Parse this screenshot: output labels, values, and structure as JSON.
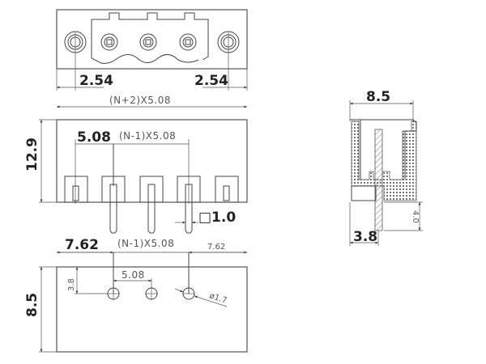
{
  "top_view": {
    "dim_left": "2.54",
    "dim_right": "2.54"
  },
  "front_view": {
    "overall_width": "(N+2)X5.08",
    "height": "12.9",
    "pitch": "5.08",
    "pitch_span": "(N-1)X5.08",
    "pin_size": "□1.0"
  },
  "bottom_view": {
    "left_offset": "7.62",
    "pitch_span": "(N-1)X5.08",
    "right_offset": "7.62",
    "depth": "8.5",
    "hole_offset": "3.8",
    "hole_pitch": "5.08",
    "hole_diameter": "ø1.7"
  },
  "side_view": {
    "width": "8.5",
    "pin_length": "4.0",
    "pin_offset": "3.8"
  }
}
